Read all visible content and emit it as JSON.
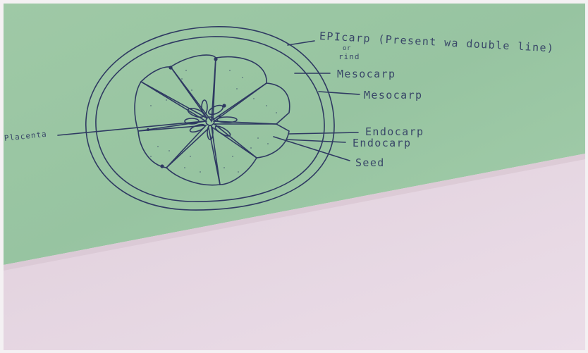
{
  "photo": {
    "colors": {
      "green_paper": "#9ac8a3",
      "pink_paper": "#e6d7e2",
      "ink": "#2f3a62",
      "border": "#ffffff"
    },
    "labels": {
      "epicarp": "EPIcarp (Present wa double line)",
      "or": "or",
      "rind": "rind",
      "mesocarp_upper": "Mesocarp",
      "mesocarp": "Mesocarp",
      "endocarp_upper": "Endocarp",
      "endocarp": "Endocarp",
      "seed": "Seed",
      "placenta": "Placenta"
    }
  }
}
